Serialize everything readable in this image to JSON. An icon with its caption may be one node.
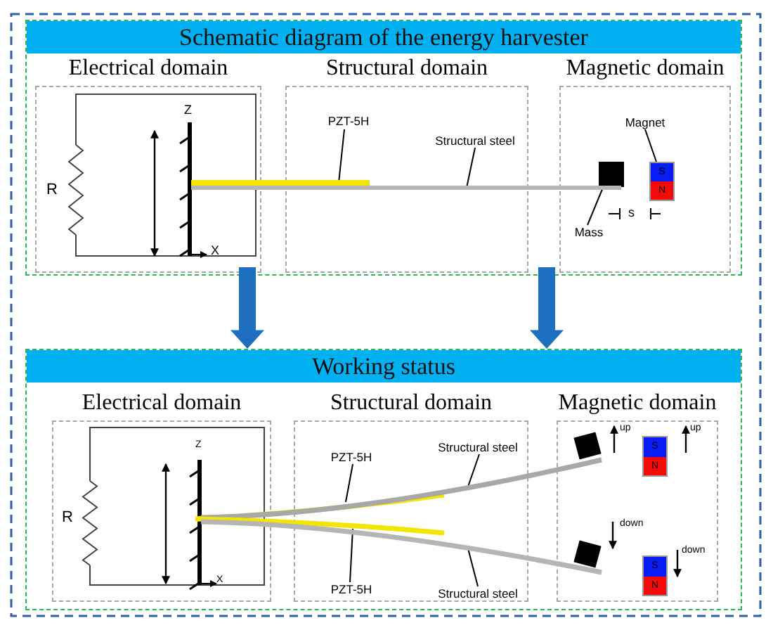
{
  "diagram": {
    "nodes": [
      {
        "text": [
          "Schematic diagram of the energy harvester"
        ]
      },
      {
        "text": [
          "Electrical domain"
        ],
        "in": 0
      },
      {
        "text": [
          "Structural domain"
        ],
        "in": 0
      },
      {
        "text": [
          "Magnetic domain"
        ],
        "in": 0
      },
      {
        "text": [
          "PZT-5H"
        ],
        "in": 2
      },
      {
        "text": [
          "Structural steel"
        ],
        "in": 2
      },
      {
        "text": [
          "Magnet"
        ],
        "in": 3
      },
      {
        "text": [
          "Mass"
        ],
        "in": 3
      },
      {
        "text": [],
        "shape": "bar",
        "in": 0
      },
      {
        "text": [],
        "shape": "bar",
        "in": 0
      },
      {
        "text": [],
        "shape": "box",
        "in": 3
      },
      {
        "text": [
          "S",
          "N"
        ],
        "in": 3
      },
      {
        "text": [
          "Working status"
        ]
      },
      {
        "text": [
          "Electrical domain"
        ],
        "in": 12
      },
      {
        "text": [
          "Structural domain"
        ],
        "in": 12
      },
      {
        "text": [
          "Magnetic domain"
        ],
        "in": 12
      },
      {
        "text": [
          "PZT-5H"
        ],
        "in": 14
      },
      {
        "text": [
          "Structural steel"
        ],
        "in": 14
      },
      {
        "text": [
          "PZT-5H"
        ],
        "in": 14
      },
      {
        "text": [
          "Structural steel"
        ],
        "in": 14
      },
      {
        "text": [],
        "shape": "bar",
        "in": 12
      },
      {
        "text": [],
        "shape": "bar",
        "in": 12
      },
      {
        "text": [],
        "shape": "bar",
        "in": 12
      },
      {
        "text": [],
        "shape": "bar",
        "in": 12
      },
      {
        "text": [
          "S",
          "N"
        ],
        "in": 15
      },
      {
        "text": [
          "S",
          "N"
        ],
        "in": 15
      },
      {
        "text": [],
        "shape": "bar",
        "in": 1
      },
      {
        "text": [],
        "shape": "bar",
        "in": 13
      }
    ],
    "edges": [
      {
        "from": 0,
        "to": 12,
        "arrow": "to",
        "style": "thick",
        "color": "#1f6fc0"
      },
      {
        "from": 0,
        "to": 12,
        "arrow": "to",
        "style": "thick",
        "color": "#1f6fc0"
      },
      {
        "from": 4,
        "to": 8,
        "arrow": "none"
      },
      {
        "from": 5,
        "to": 9,
        "arrow": "none"
      },
      {
        "from": 6,
        "to": 11,
        "arrow": "none"
      },
      {
        "from": 7,
        "to": 10,
        "arrow": "none"
      },
      {
        "from": 16,
        "to": 20,
        "arrow": "none"
      },
      {
        "from": 17,
        "to": 21,
        "arrow": "none"
      },
      {
        "from": 18,
        "to": 22,
        "arrow": "none"
      },
      {
        "from": 19,
        "to": 23,
        "arrow": "none"
      }
    ],
    "labels": [
      "Z",
      "R",
      "X",
      "s",
      "Z",
      "up",
      "up",
      "R",
      "down",
      "down",
      "X"
    ]
  }
}
